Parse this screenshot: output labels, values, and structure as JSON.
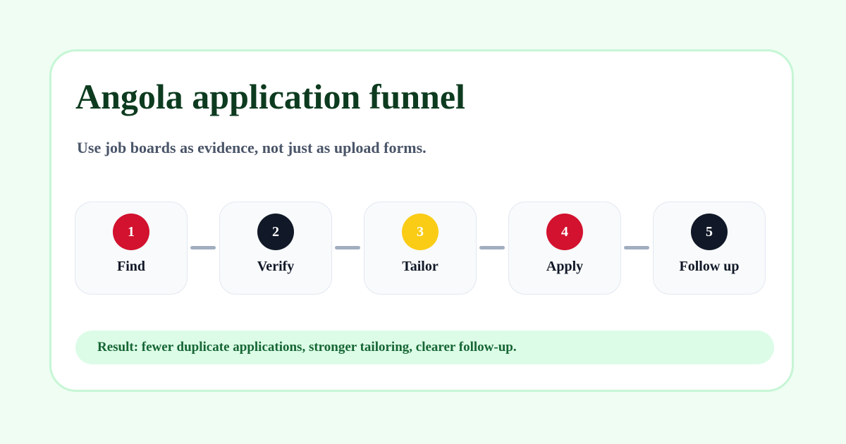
{
  "diagram": {
    "title": "Angola application funnel",
    "subtitle": "Use job boards as evidence, not just as upload forms.",
    "steps": [
      {
        "number": "1",
        "label": "Find",
        "color": "#d2122e"
      },
      {
        "number": "2",
        "label": "Verify",
        "color": "#111827"
      },
      {
        "number": "3",
        "label": "Tailor",
        "color": "#facc15"
      },
      {
        "number": "4",
        "label": "Apply",
        "color": "#d2122e"
      },
      {
        "number": "5",
        "label": "Follow up",
        "color": "#111827"
      }
    ],
    "result": "Result: fewer duplicate applications, stronger tailoring, clearer follow-up."
  },
  "colors": {
    "background": "#effdf3",
    "card_border": "#c6f6d5",
    "title": "#0d3b1f",
    "connector": "#a0aec0",
    "result_background": "#dcfce7",
    "result_text": "#166534"
  }
}
